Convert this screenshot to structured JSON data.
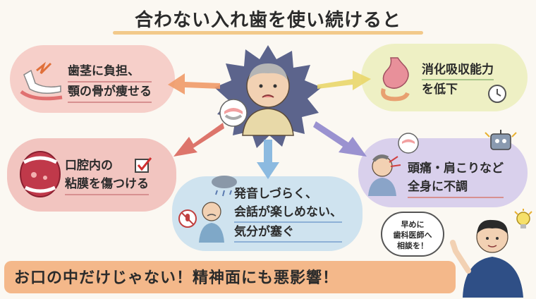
{
  "title": "合わない入れ歯を使い続けると",
  "effects": {
    "gums_bone": [
      "歯茎に負担、",
      "顎の骨が痩せる"
    ],
    "digestion": [
      "消化吸収能力",
      "を低下"
    ],
    "mucosa": [
      "口腔内の",
      "粘膜を傷つける"
    ],
    "speech_mood": [
      "発音しづらく、",
      "会話が楽しめない、",
      "気分が塞ぐ"
    ],
    "headache": [
      "頭痛・肩こりなど",
      "全身に不調"
    ]
  },
  "dentist_bubble": [
    "早めに",
    "歯科医師へ",
    "相談を！"
  ],
  "banner": "お口の中だけじゃない！精神面にも悪影響！",
  "colors": {
    "pink_cloud": "#f6cfc9",
    "yellow_cloud": "#eef0c4",
    "blue_cloud": "#cfe3ef",
    "purple_cloud": "#d9d0ec",
    "banner": "#f4b88a",
    "arrow_orange": "#f09a68",
    "arrow_yellow": "#e9d66a",
    "arrow_red": "#d9665c",
    "arrow_blue": "#7fb3de",
    "arrow_purple": "#8f86cc"
  },
  "icons": [
    "jaw-icon",
    "stomach-icon",
    "clock-icon",
    "mouth-icon",
    "checkbox-icon",
    "raincloud-icon",
    "muted-mic-icon",
    "robot-icon",
    "denture-icon",
    "lightbulb-icon"
  ]
}
